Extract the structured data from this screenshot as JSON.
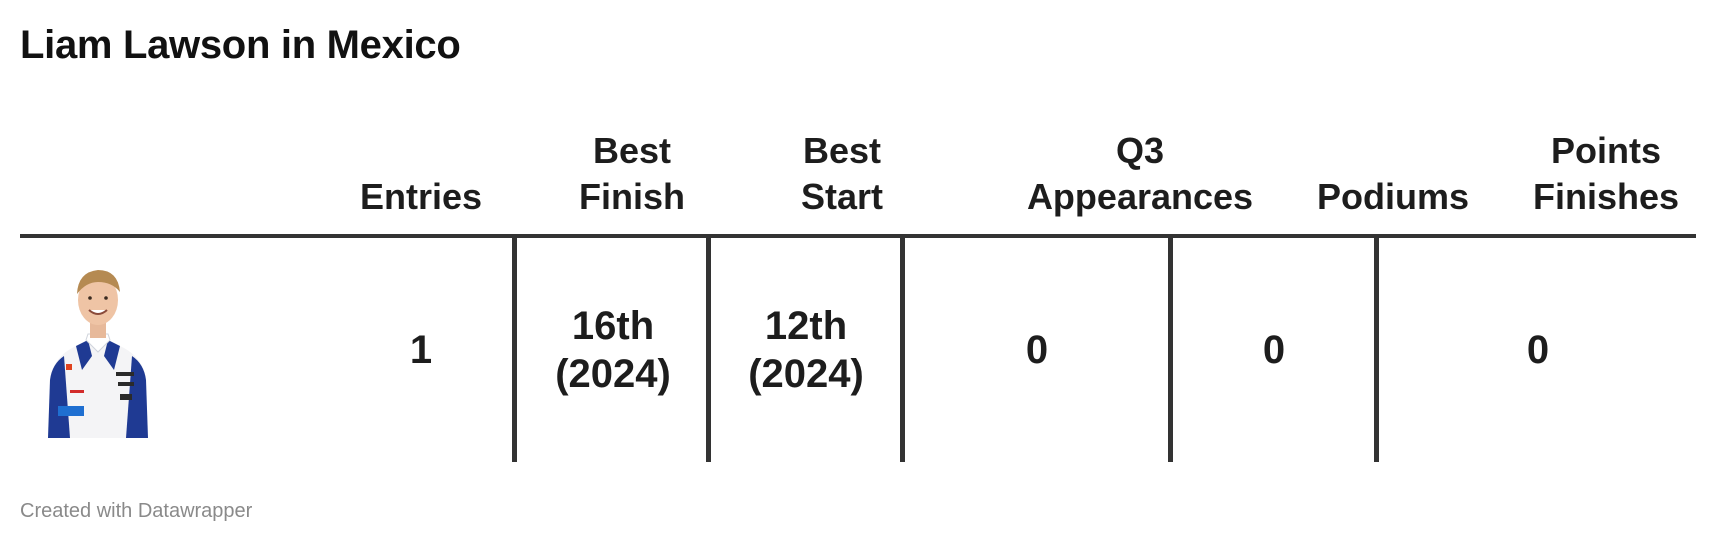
{
  "title": "Liam Lawson in Mexico",
  "columns": {
    "driver": "",
    "entries": "Entries",
    "best_finish": "Best\nFinish",
    "best_start": "Best\nStart",
    "q3_appearances": "Q3\nAppearances",
    "podiums": "Podiums",
    "points_finishes": "Points\nFinishes"
  },
  "row": {
    "driver_photo": "driver-portrait",
    "entries": "1",
    "best_finish": "16th\n(2024)",
    "best_start": "12th\n(2024)",
    "q3_appearances": "0",
    "podiums": "0",
    "points_finishes": "0"
  },
  "footer": "Created with Datawrapper",
  "colors": {
    "rule": "#333333",
    "text": "#1d1d1d",
    "footer": "#8a8a8a",
    "suit_blue": "#1f3a93",
    "suit_white": "#f4f4f6"
  }
}
